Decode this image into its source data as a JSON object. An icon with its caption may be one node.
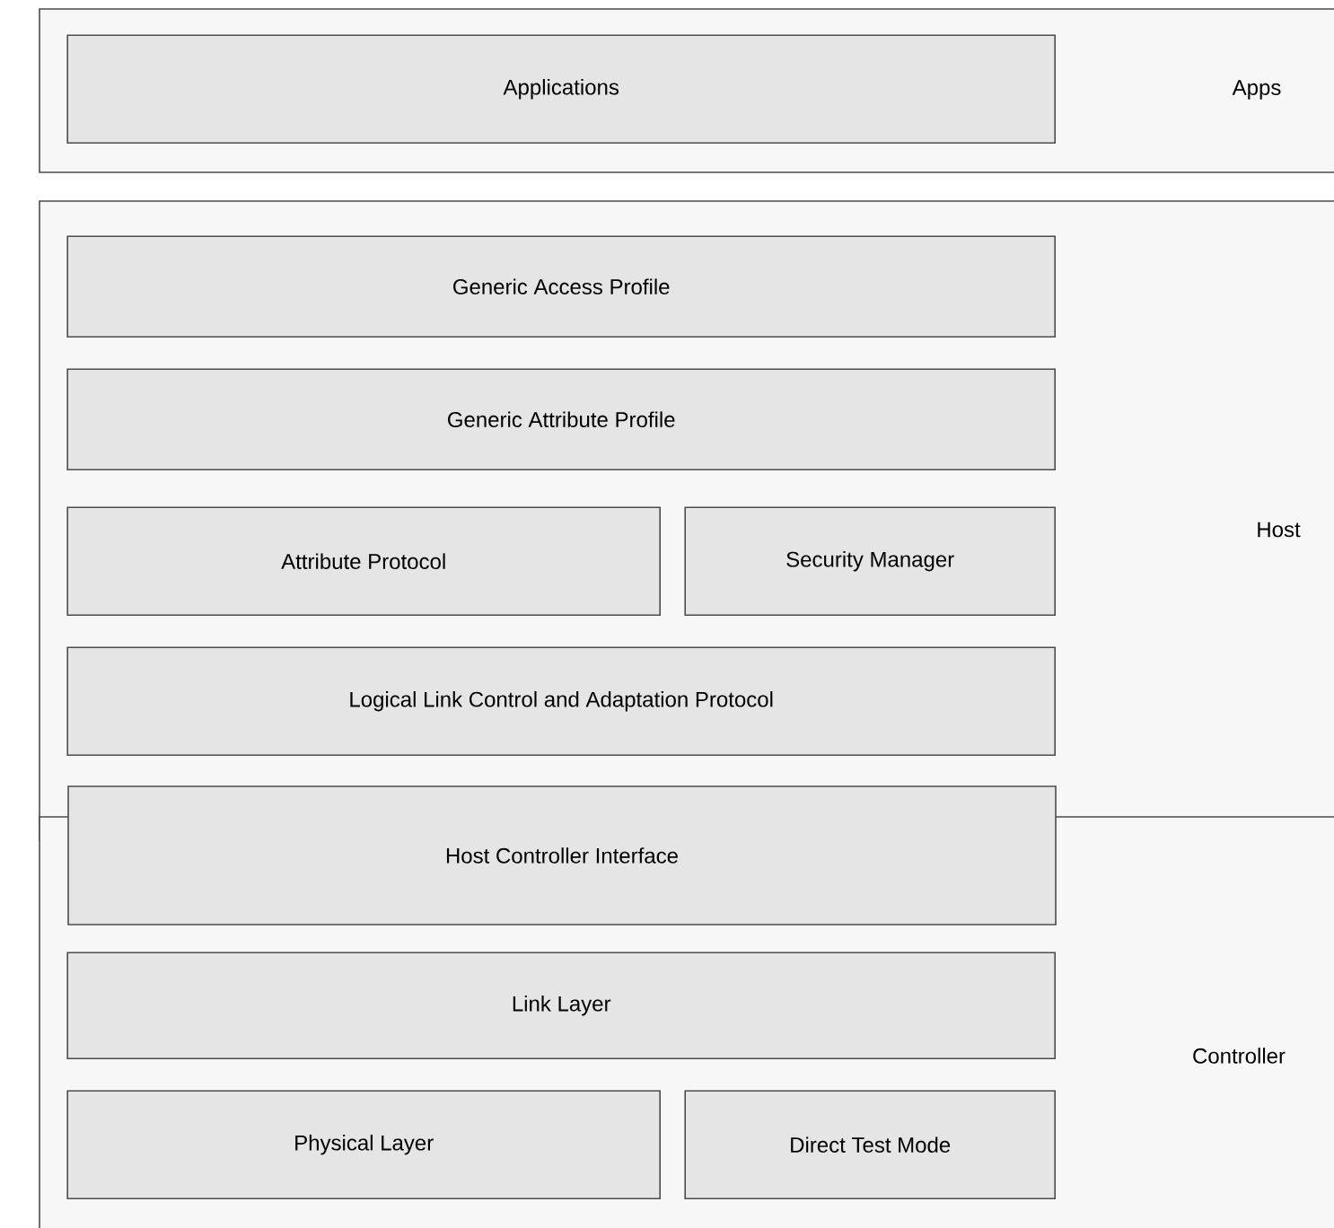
{
  "diagram": {
    "nodes": [
      {
        "text": [
          "Apps"
        ]
      },
      {
        "text": [
          "Applications"
        ],
        "in": 0
      },
      {
        "text": [
          "Host"
        ]
      },
      {
        "text": [
          "Generic Access Profile"
        ],
        "in": 2
      },
      {
        "text": [
          "Generic Attribute Profile"
        ],
        "in": 2
      },
      {
        "text": [
          "Attribute Protocol"
        ],
        "in": 2
      },
      {
        "text": [
          "Security Manager"
        ],
        "in": 2
      },
      {
        "text": [
          "Logical Link Control and Adaptation Protocol"
        ],
        "in": 2
      },
      {
        "text": [
          "Host Controller Interface"
        ]
      },
      {
        "text": [
          "Controller"
        ]
      },
      {
        "text": [
          "Link Layer"
        ],
        "in": 9
      },
      {
        "text": [
          "Physical Layer"
        ],
        "in": 9
      },
      {
        "text": [
          "Direct Test Mode"
        ],
        "in": 9
      }
    ]
  }
}
